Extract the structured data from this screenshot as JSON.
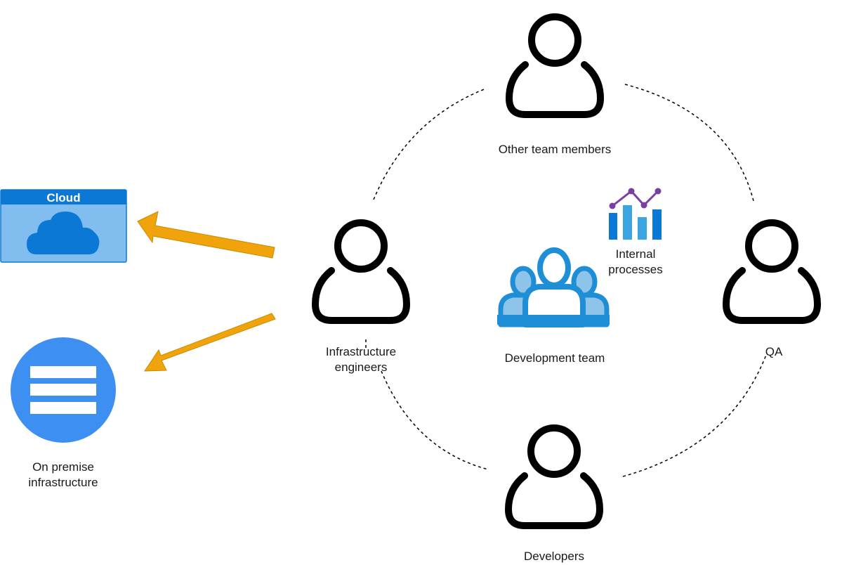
{
  "nodes": {
    "other_team_members": {
      "label": "Other team members",
      "icon": "person-outline-icon"
    },
    "infrastructure_engineers": {
      "label_line1": "Infrastructure",
      "label_line2": "engineers",
      "icon": "person-outline-icon"
    },
    "qa": {
      "label": "QA",
      "icon": "person-outline-icon"
    },
    "developers": {
      "label": "Developers",
      "icon": "person-outline-icon"
    },
    "development_team": {
      "label": "Development team",
      "icon": "group-icon"
    },
    "internal_processes": {
      "label_line1": "Internal",
      "label_line2": "processes",
      "icon": "bar-line-chart-icon"
    },
    "cloud": {
      "label": "Cloud",
      "icon": "cloud-icon"
    },
    "on_premise": {
      "label_line1": "On premise",
      "label_line2": "infrastructure",
      "icon": "server-stack-icon"
    }
  },
  "connectors": {
    "ring_style": "dashed",
    "arrows": [
      {
        "from": "infrastructure_engineers",
        "to": "cloud"
      },
      {
        "from": "infrastructure_engineers",
        "to": "on_premise"
      }
    ]
  },
  "colors": {
    "arrow_fill": "#F0A30A",
    "arrow_stroke": "#C98A00",
    "cloud_header": "#0A78D4",
    "cloud_body": "#82BDF0",
    "cloud_shape": "#0A78D4",
    "server_circle": "#3D8FF2",
    "group_icon": "#1E8FD6",
    "chart_bars_dark": "#0A78D4",
    "chart_bars_light": "#3AA5E0",
    "chart_line": "#7B3FA0",
    "person_stroke": "#000000"
  }
}
